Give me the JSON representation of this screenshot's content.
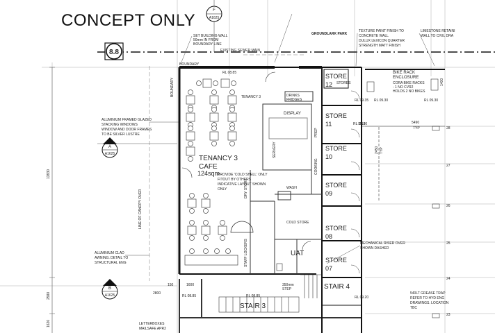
{
  "title": "CONCEPT ONLY",
  "grid_marker": "8.8",
  "section_f": {
    "letter": "F",
    "sheet": "A1625"
  },
  "section_a": {
    "letter": "A",
    "sheet": "A1625"
  },
  "section_b": {
    "letter": "B",
    "sheet": "A1625"
  },
  "notes": {
    "building_wall": [
      "SET BUILDING WALL",
      "50mm IN FROM",
      "BOUNDARY LINE"
    ],
    "sewer": "EXISTING SEWER MAIN",
    "park": "GROUNDLARK PARK",
    "texture": [
      "TEXTURE PAINT FINISH TO",
      "CONCRETE WALL",
      "DULUX LEXICON QUARTER",
      "STRENGTH MATT FINISH"
    ],
    "limestone": [
      "LIMESTONE RETAINI",
      "WALL TO CIVIL DRA"
    ],
    "bike": [
      "BIKE RACK",
      "ENCLOSURE"
    ],
    "bike_sub": [
      "CORA BIKE RACKS",
      "- 1 NO CVR2",
      "HOLDS 2 NO BIKES"
    ],
    "glazed": [
      "ALUMINIUM FRAMED GLAZED",
      "STACKING WINDOWS",
      "WINDOW AND DOOR FRAMES",
      "TO BE SILVER LUSTRE"
    ],
    "canopy": "LINE OF CANOPY OVER",
    "boundary": "BOUNDARY",
    "awning": [
      "ALUMINIUM CLAD",
      "AWNING. DETAIL TO",
      "STRUCTURAL ENG"
    ],
    "mechanical": [
      "MECHANICAL RISER OVER",
      "SHOWN DASHED"
    ],
    "grease": [
      "540LT GREASE TRAP",
      "REFER TO HYD ENG",
      "DRAWINGS. LOCATION",
      "TBC"
    ],
    "letterboxes": [
      "LETTERBOXES",
      "MAILSAFE APR2"
    ],
    "cold_shell": [
      "PROVIDE 'COLD SHELL' ONLY",
      "FITOUT BY OTHERS",
      "INDICATIVE LAYOUT SHOWN",
      "ONLY"
    ],
    "step": [
      "350mm",
      "STEP"
    ]
  },
  "rooms": {
    "tenancy_small": "TENANCY 3",
    "tenancy_name": "TENANCY 3",
    "cafe": "CAFE",
    "area": "124sqm",
    "drinks": [
      "DRINKS",
      "FRIDGES"
    ],
    "display": "DISPLAY",
    "servery": "SERVERY",
    "prep": "PREP",
    "cooking": "COOKING",
    "wash": "WASH",
    "dry_store": "DRY STORE",
    "cold_store": "COLD STORE",
    "staff_lockers": "STAFF LOCKERS",
    "uat": "UAT",
    "stair3": "STAIR 3",
    "stair4": "STAIR 4",
    "stores_small": "STORES"
  },
  "stores": [
    {
      "word": "STORE",
      "num": "12"
    },
    {
      "word": "STORE",
      "num": "11"
    },
    {
      "word": "STORE",
      "num": "10"
    },
    {
      "word": "STORE",
      "num": "09"
    },
    {
      "word": "STORE",
      "num": "08"
    },
    {
      "word": "STORE",
      "num": "07"
    }
  ],
  "levels": {
    "rl_0885_a": "RL 08.85",
    "rl_0935": "RL 09.35",
    "rl_0930_a": "RL 09.30",
    "rl_0930_b": "RL 09.30",
    "rl_0930_c": "RL 09.30",
    "rl_0885_b": "RL 08.85",
    "rl_0885_c": "RL 08.85",
    "rl_0920": "RL 09.20"
  },
  "dims": {
    "d13830": "13830",
    "d2580": "2580",
    "d1620": "1620",
    "d2800": "2800",
    "d1600": "1600",
    "d150": "150",
    "d1118": "1118",
    "d5490": "5490",
    "d2450": "2450",
    "d1400": "1400",
    "typ": "TYP",
    "typ2": "TYP"
  },
  "grid_numbers": [
    "28",
    "27",
    "26",
    "25",
    "24",
    "23"
  ]
}
